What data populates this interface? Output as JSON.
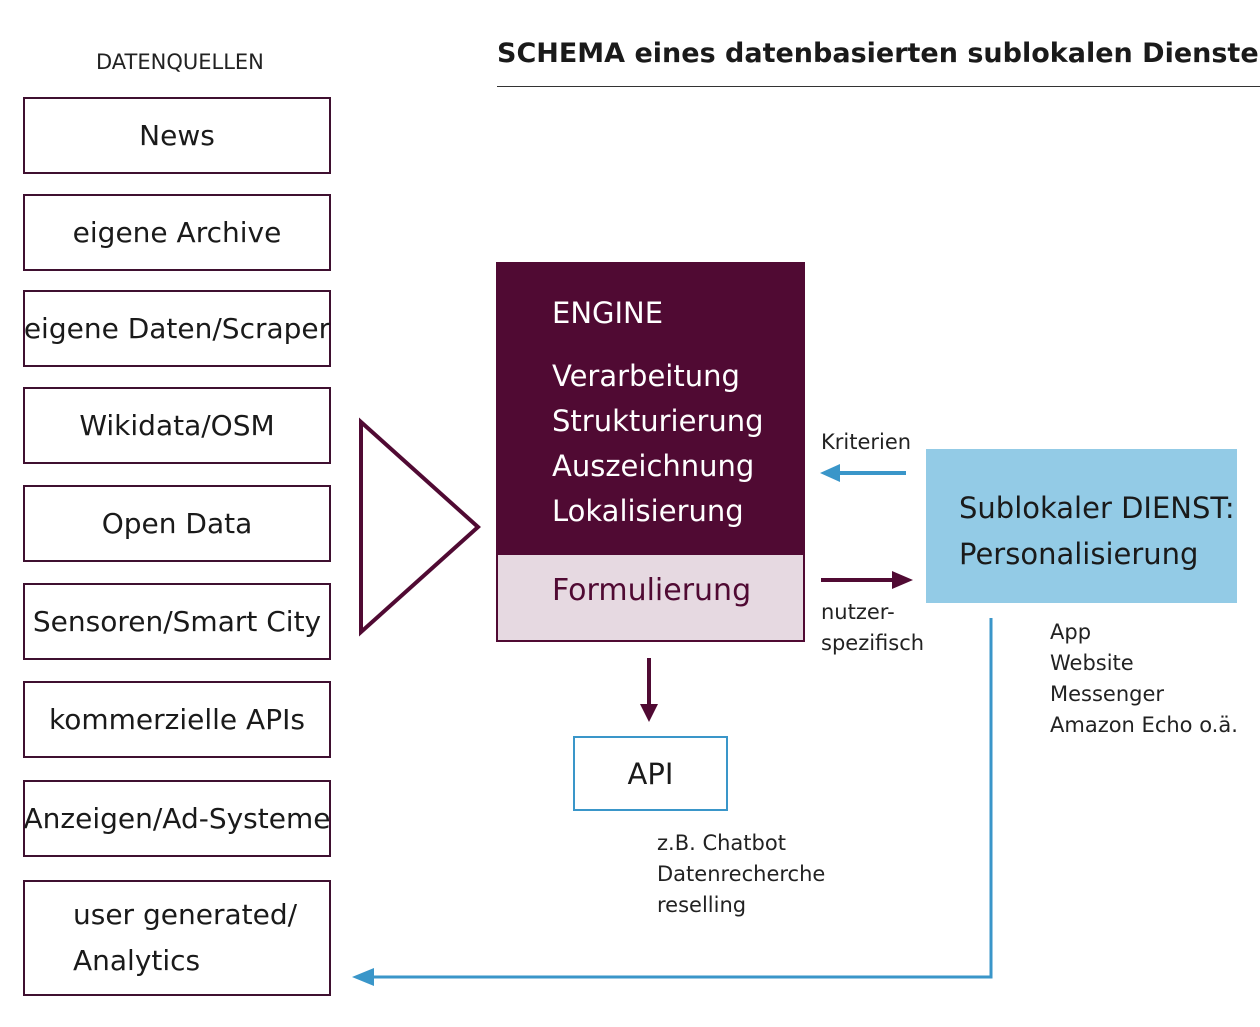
{
  "header": {
    "sources_label": "DATENQUELLEN",
    "title": "SCHEMA eines datenbasierten sublokalen Dienstes"
  },
  "sources": [
    "News",
    "eigene Archive",
    "eigene Daten/Scraper",
    "Wikidata/OSM",
    "Open Data",
    "Sensoren/Smart City",
    "kommerzielle APIs",
    "Anzeigen/Ad-Systeme"
  ],
  "source_last": {
    "line1": "user generated/",
    "line2": "Analytics"
  },
  "engine": {
    "title": "ENGINE",
    "items": [
      "Verarbeitung",
      "Strukturierung",
      "Auszeichnung",
      "Lokalisierung"
    ],
    "formulation": "Formulierung"
  },
  "dienst": {
    "line1": "Sublokaler DIENST:",
    "line2": "Personalisierung"
  },
  "arrows": {
    "criteria": "Kriterien",
    "user_specific_1": "nutzer-",
    "user_specific_2": "spezifisch"
  },
  "channels": [
    "App",
    "Website",
    "Messenger",
    "Amazon Echo o.ä."
  ],
  "api": {
    "label": "API",
    "uses": [
      "z.B. Chatbot",
      "Datenrecherche",
      "reselling"
    ]
  },
  "colors": {
    "engine": "#500a33",
    "engine_bottom": "#e6d9e1",
    "dienst": "#93cbe6",
    "blue_arrow": "#3a96c9",
    "source_border": "#3f1030"
  }
}
